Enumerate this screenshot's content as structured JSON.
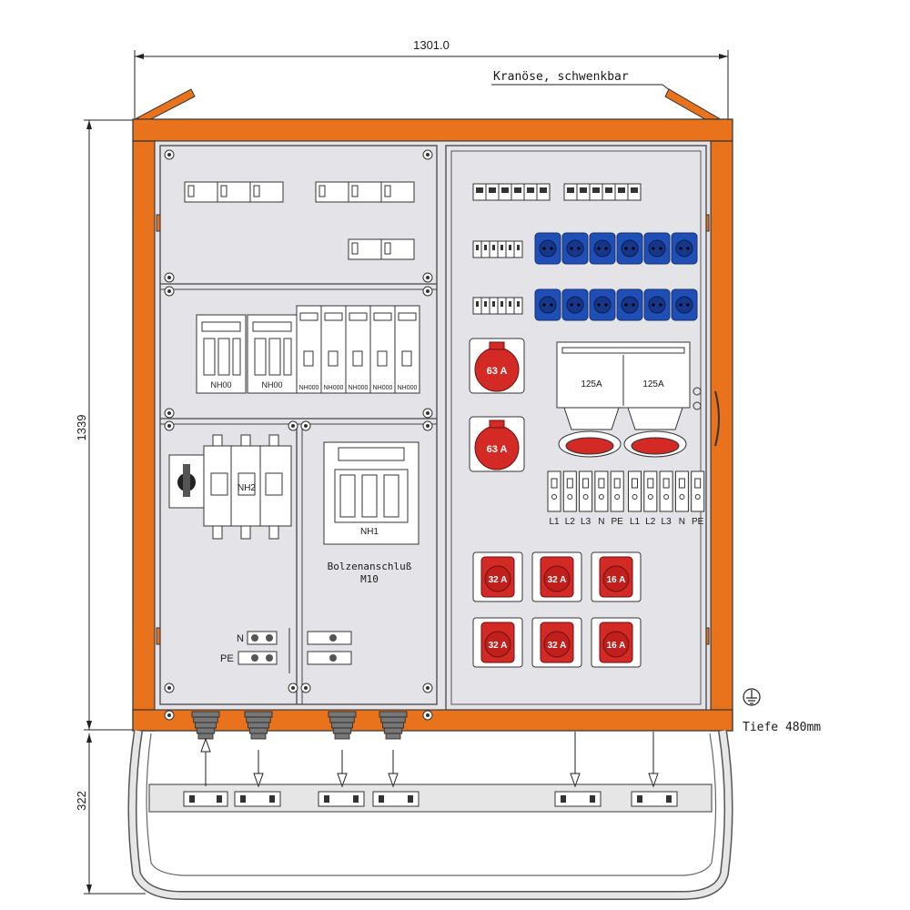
{
  "dimensions": {
    "width_label": "1301.0",
    "height_label": "1339",
    "frame_height_label": "322",
    "depth_note": "Tiefe 480mm",
    "crane_note": "Kranöse, schwenkbar"
  },
  "colors": {
    "housing": "#e8731c",
    "panel": "#e4e4e8",
    "socket_red": "#d42a26",
    "socket_blue": "#1f4fb6",
    "line": "#3a3a3a"
  },
  "left_panel": {
    "fuse_top": [
      "NH00",
      "NH00"
    ],
    "fuse_small": [
      "NH000",
      "NH000",
      "NH000",
      "NH000",
      "NH000"
    ],
    "switch_label": "NH2",
    "fuse_big_label": "NH1",
    "bolt_note_line1": "Bolzenanschluß",
    "bolt_note_line2": "M10",
    "neutral_label": "N",
    "pe_label": "PE"
  },
  "right_panel": {
    "cee_large": [
      "63 A",
      "63 A"
    ],
    "cee_125": [
      "125A",
      "125A"
    ],
    "terminals": [
      "L1",
      "L2",
      "L3",
      "N",
      "PE",
      "L1",
      "L2",
      "L3",
      "N",
      "PE"
    ],
    "cee_row1": [
      "32 A",
      "32 A",
      "16 A"
    ],
    "cee_row2": [
      "32 A",
      "32 A",
      "16 A"
    ]
  },
  "icons": {
    "ground": "ground-symbol-icon"
  }
}
